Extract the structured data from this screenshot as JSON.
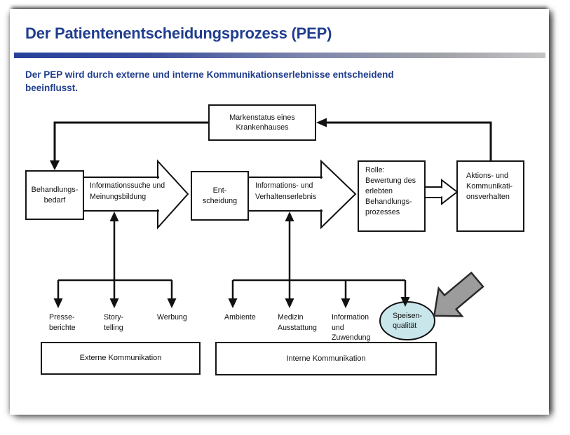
{
  "slide": {
    "title": "Der Patientenentscheidungsprozess (PEP)",
    "subtitle": "Der PEP wird durch externe und interne Kommunikationserlebnisse entscheidend\nbeeinflusst."
  },
  "colors": {
    "accent_blue": "#203e8f",
    "divider_gradient_start": "#27419b",
    "divider_gradient_end": "#c4c4c6",
    "line_black": "#111111",
    "ellipse_fill": "#c9e6eb",
    "highlight_arrow_gray": "#9c9c9c"
  },
  "diagram": {
    "boxes": {
      "markenstatus": "Markenstatus eines\nKrankenhauses",
      "behandlungsbedarf": "Behandlungs-\nbedarf",
      "entscheidung": "Ent-\nscheidung",
      "rolle": "Rolle:\nBewertung des\nerlebten\nBehandlungs-\nprozesses",
      "aktions": "Aktions- und\nKommunikati-\nonsverhalten",
      "externe": "Externe Kommunikation",
      "interne": "Interne Kommunikation"
    },
    "flow_labels": {
      "informationssuche": "Informationssuche und\nMeinungsbildung",
      "verhaltenserlebnis": "Informations- und\nVerhaltenserlebnis"
    },
    "externe_items": [
      "Presse-\nberichte",
      "Story-\ntelling",
      "Werbung"
    ],
    "interne_items": [
      "Ambiente",
      "Medizin\nAusstattung",
      "Information\nund\nZuwendung",
      "Speisen-\nqualität"
    ]
  }
}
